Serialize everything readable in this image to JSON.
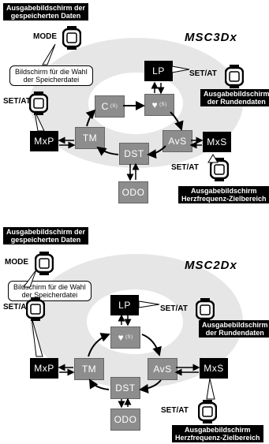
{
  "top": {
    "output_saved_label": [
      "Ausgabebildschirm der",
      "gespeicherten Daten"
    ],
    "mode_key": "MODE",
    "select_file_callout": [
      "Bildschirm für die Wahl",
      "der Speicherdatei"
    ],
    "set_at_key": "SET/AT",
    "logo": "MSC3Dx",
    "lap_output_label": [
      "Ausgabebildschirm",
      "der Rundendaten"
    ],
    "hr_output_label": [
      "Ausgabebildschirm",
      "Herzfrequenz-Zielbereich"
    ],
    "modes": {
      "lp": "LP",
      "heart": "♥",
      "heart_sub": "(S)",
      "c": "C",
      "c_sub": "(S)",
      "mxp": "MxP",
      "tm": "TM",
      "avs": "AvS",
      "mxs": "MxS",
      "dst": "DST",
      "odo": "ODO"
    }
  },
  "bottom": {
    "output_saved_label": [
      "Ausgabebildschirm der",
      "gespeicherten Daten"
    ],
    "mode_key": "MODE",
    "select_file_callout": [
      "Bildschirm für die Wahl",
      "der Speicherdatei"
    ],
    "set_at_key": "SET/AT",
    "logo": "MSC2Dx",
    "lap_output_label": [
      "Ausgabebildschirm",
      "der Rundendaten"
    ],
    "hr_output_label": [
      "Ausgabebildschirm",
      "Herzfrequenz-Zielbereich"
    ],
    "modes": {
      "lp": "LP",
      "heart": "♥",
      "heart_sub": "(S)",
      "mxp": "MxP",
      "tm": "TM",
      "avs": "AvS",
      "mxs": "MxS",
      "dst": "DST",
      "odo": "ODO"
    }
  },
  "colors": {
    "dark_box": "#000000",
    "gray_box": "#8d8d8d",
    "ring": "#e6e6e6"
  }
}
